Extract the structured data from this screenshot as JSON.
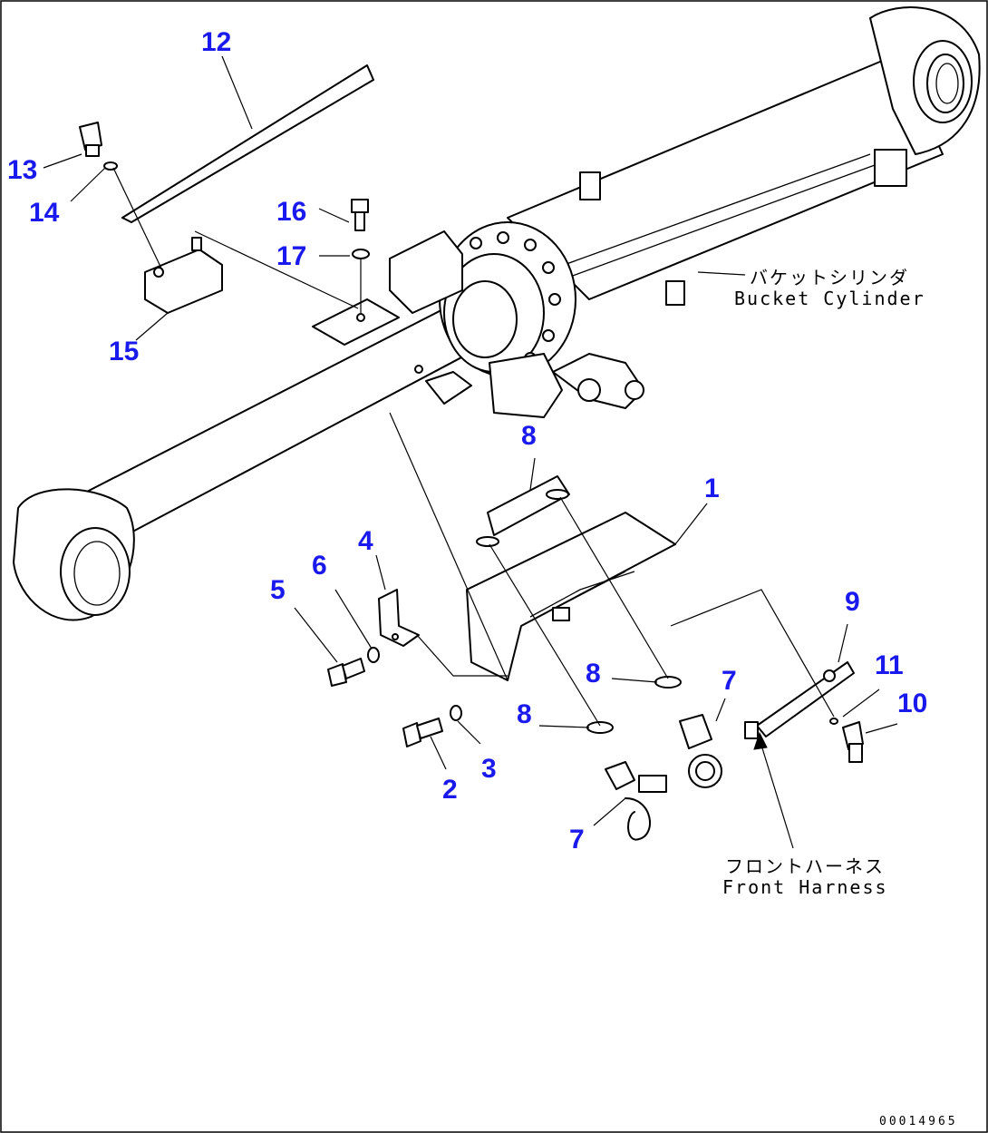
{
  "diagram": {
    "callouts": [
      {
        "id": "12",
        "label": "12"
      },
      {
        "id": "13",
        "label": "13"
      },
      {
        "id": "14",
        "label": "14"
      },
      {
        "id": "15",
        "label": "15"
      },
      {
        "id": "16",
        "label": "16"
      },
      {
        "id": "17",
        "label": "17"
      },
      {
        "id": "8a",
        "label": "8"
      },
      {
        "id": "1",
        "label": "1"
      },
      {
        "id": "4",
        "label": "4"
      },
      {
        "id": "5",
        "label": "5"
      },
      {
        "id": "6",
        "label": "6"
      },
      {
        "id": "9",
        "label": "9"
      },
      {
        "id": "11",
        "label": "11"
      },
      {
        "id": "10",
        "label": "10"
      },
      {
        "id": "8b",
        "label": "8"
      },
      {
        "id": "7a",
        "label": "7"
      },
      {
        "id": "8c",
        "label": "8"
      },
      {
        "id": "3",
        "label": "3"
      },
      {
        "id": "2",
        "label": "2"
      },
      {
        "id": "7b",
        "label": "7"
      }
    ],
    "bucket_cylinder": {
      "jp": "バケットシリンダ",
      "en": "Bucket Cylinder"
    },
    "front_harness": {
      "jp": "フロントハーネス",
      "en": "Front Harness"
    },
    "drawing_number": "00014965"
  }
}
